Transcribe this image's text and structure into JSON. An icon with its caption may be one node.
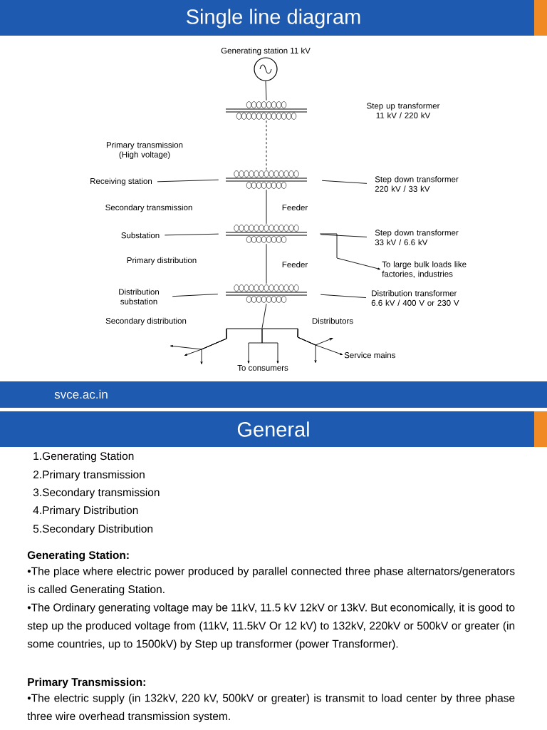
{
  "diagram": {
    "title": "Single line diagram",
    "nodes": [
      {
        "text": [
          "Generating station 11 kV"
        ]
      },
      {
        "text": [],
        "shape": "transformer"
      },
      {
        "text": [],
        "shape": "transformer"
      },
      {
        "text": [
          "Receiving station"
        ]
      },
      {
        "text": [
          "Step down transformer 220 kV / 33 kV"
        ]
      },
      {
        "text": [],
        "shape": "transformer"
      },
      {
        "text": [
          "Substation"
        ]
      },
      {
        "text": [
          "Step down transformer 33 kV / 6.6 kV"
        ]
      },
      {
        "text": [
          "To large bulk loads like factories, industries"
        ]
      },
      {
        "text": [],
        "shape": "transformer"
      },
      {
        "text": [
          "Distribution substation"
        ]
      },
      {
        "text": [
          "Distribution transformer 6.6 kV / 400 V or 230 V"
        ]
      },
      {
        "text": [],
        "shape": "bar"
      },
      {
        "text": [
          "To consumers"
        ]
      },
      {
        "text": [
          "Service mains"
        ]
      }
    ],
    "edges": [
      {
        "from": 0,
        "to": 1,
        "arrow": "none"
      },
      {
        "from": 1,
        "to": 2,
        "arrow": "none",
        "style": "dashed"
      },
      {
        "from": 2,
        "to": 5,
        "arrow": "none",
        "label": "Feeder"
      },
      {
        "from": 5,
        "to": 9,
        "arrow": "none",
        "label": "Feeder"
      },
      {
        "from": 3,
        "to": 2,
        "arrow": "none"
      },
      {
        "from": 4,
        "to": 2,
        "arrow": "none"
      },
      {
        "from": 6,
        "to": 5,
        "arrow": "none"
      },
      {
        "from": 7,
        "to": 5,
        "arrow": "none"
      },
      {
        "from": 5,
        "to": 8,
        "arrow": "to"
      },
      {
        "from": 10,
        "to": 9,
        "arrow": "none"
      },
      {
        "from": 11,
        "to": 9,
        "arrow": "none"
      },
      {
        "from": 9,
        "to": 12,
        "arrow": "none"
      },
      {
        "from": 12,
        "to": null,
        "arrow": "to"
      },
      {
        "from": 12,
        "to": null,
        "arrow": "to"
      },
      {
        "from": 12,
        "to": null,
        "arrow": "to"
      },
      {
        "from": 12,
        "to": 13,
        "arrow": "to"
      },
      {
        "from": 12,
        "to": 13,
        "arrow": "to"
      },
      {
        "from": 12,
        "to": null,
        "arrow": "to"
      },
      {
        "from": 12,
        "to": 14,
        "arrow": "to"
      },
      {
        "from": 12,
        "to": null,
        "arrow": "to"
      }
    ],
    "labels": [
      "Step up transformer 11 kV / 220 kV",
      "Primary transmission (High voltage)",
      "Secondary transmission",
      "Primary distribution",
      "Distributors",
      "Secondary distribution",
      "svce.ac.in",
      "General",
      "1.Generating Station",
      "2.Primary transmission",
      "3.Secondary transmission",
      "4.Primary Distribution",
      "5.Secondary Distribution",
      "Generating Station:",
      "•The place where electric power produced by parallel connected three phase alternators/generators is called Generating Station.",
      "•The Ordinary generating voltage may be 11kV, 11.5 kV 12kV or 13kV. But economically, it is good to step up the produced voltage from (11kV, 11.5kV Or 12 kV) to 132kV, 220kV or 500kV or greater (in some countries, up to 1500kV) by Step up transformer (power Transformer).",
      "Primary Transmission:",
      "•The electric supply (in 132kV, 220 kV, 500kV or greater) is transmit to load center by three phase three wire overhead transmission system."
    ]
  }
}
